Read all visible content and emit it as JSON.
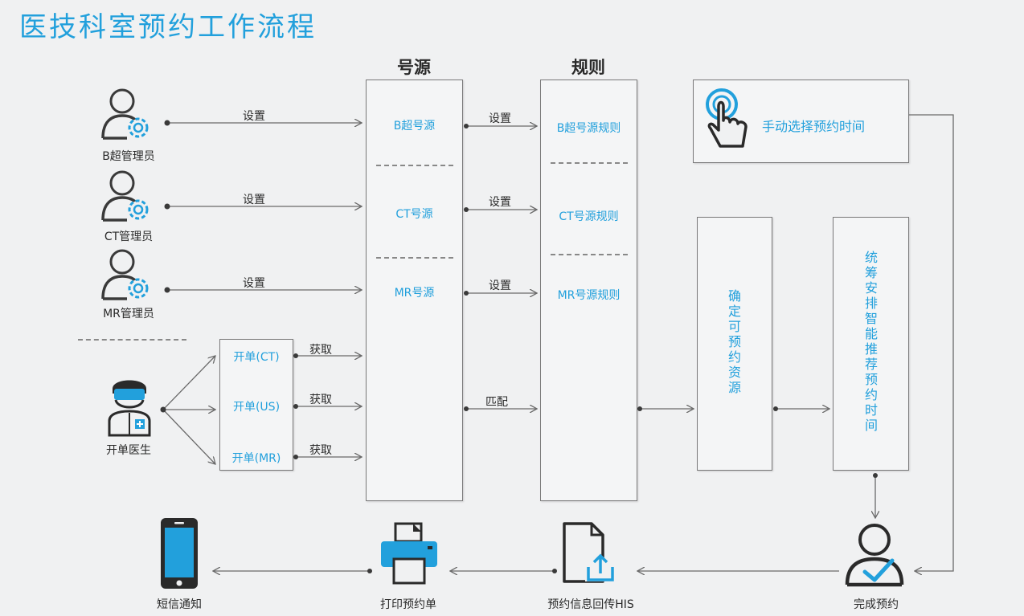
{
  "title": "医技科室预约工作流程",
  "headers": {
    "source": "号源",
    "rules": "规则"
  },
  "admins": [
    {
      "label": "B超管理员",
      "action": "设置",
      "source": "B超号源",
      "rule_action": "设置",
      "rule": "B超号源规则"
    },
    {
      "label": "CT管理员",
      "action": "设置",
      "source": "CT号源",
      "rule_action": "设置",
      "rule": "CT号源规则"
    },
    {
      "label": "MR管理员",
      "action": "设置",
      "source": "MR号源",
      "rule_action": "设置",
      "rule": "MR号源规则"
    }
  ],
  "doctor": {
    "label": "开单医生",
    "orders": [
      {
        "label": "开单(CT)",
        "action": "获取"
      },
      {
        "label": "开单(US)",
        "action": "获取"
      },
      {
        "label": "开单(MR)",
        "action": "获取"
      }
    ]
  },
  "match_label": "匹配",
  "manual_select": "手动选择预约时间",
  "confirm_resource": "确定可预约资源",
  "smart_recommend": "统筹安排智能推荐预约时间",
  "bottom": {
    "sms": "短信通知",
    "print": "打印预约单",
    "his": "预约信息回传HIS",
    "done": "完成预约"
  },
  "colors": {
    "accent": "#22a0dc",
    "text": "#2a2a2a",
    "line": "#6a6a6a"
  }
}
